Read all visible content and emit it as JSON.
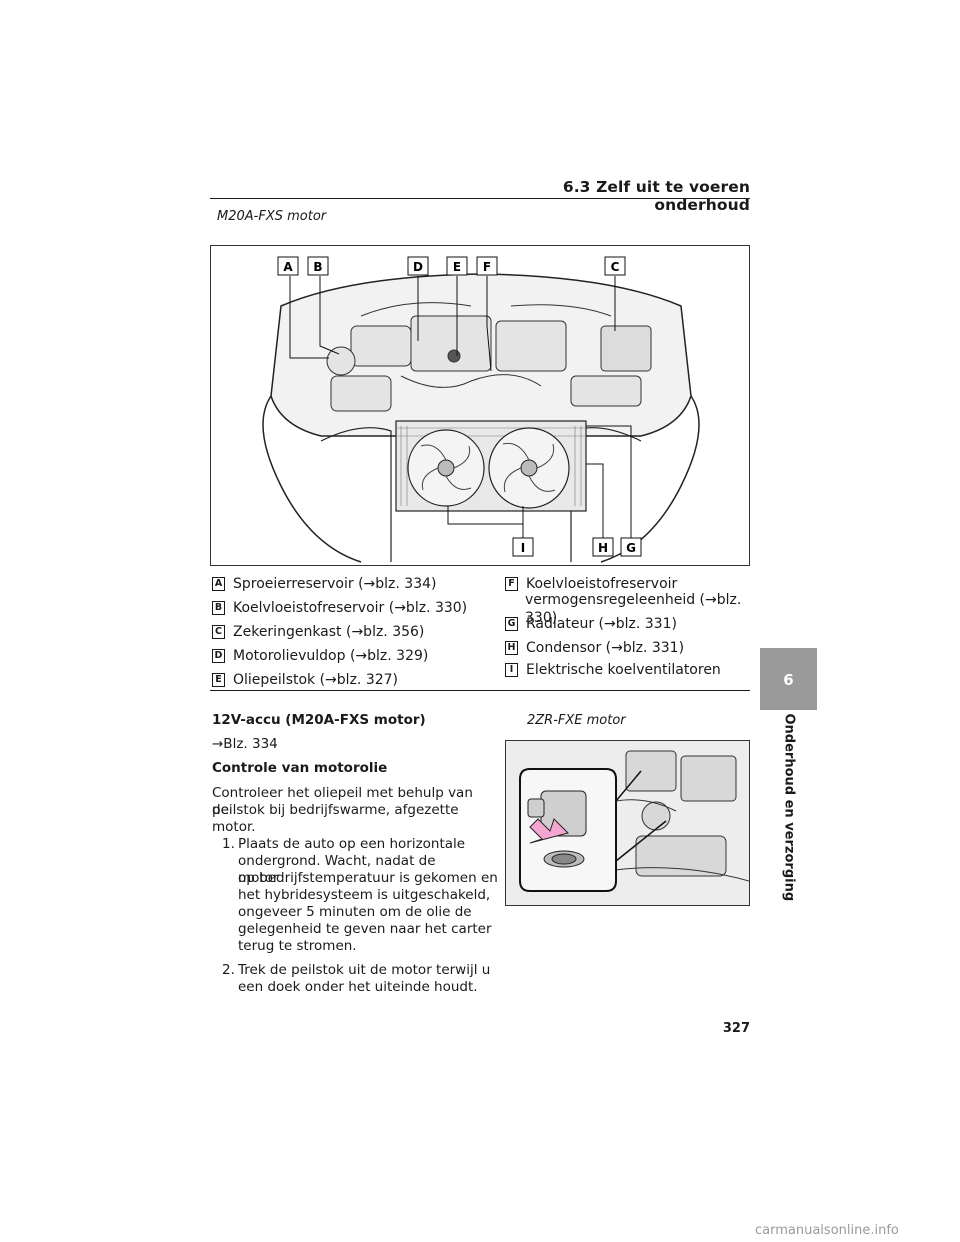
{
  "header": {
    "section": "6.3  Zelf uit te voeren onderhoud"
  },
  "figure_top": {
    "caption": "M20A-FXS motor",
    "labels_top": [
      "A",
      "B",
      "D",
      "E",
      "F",
      "C"
    ],
    "labels_bottom": [
      "I",
      "H",
      "G"
    ]
  },
  "legend_left": [
    {
      "badge": "A",
      "text": "Sproeierreservoir (→blz. 334)"
    },
    {
      "badge": "B",
      "text": "Koelvloeistofreservoir (→blz. 330)"
    },
    {
      "badge": "C",
      "text": "Zekeringenkast (→blz. 356)"
    },
    {
      "badge": "D",
      "text": "Motorolievuldop (→blz. 329)"
    },
    {
      "badge": "E",
      "text": "Oliepeilstok (→blz. 327)"
    }
  ],
  "legend_right": [
    {
      "badge": "F",
      "text": "Koelvloeistofreservoir",
      "text2": "vermogensregeleenheid (→blz. 330)"
    },
    {
      "badge": "G",
      "text": "Radiateur (→blz. 331)"
    },
    {
      "badge": "H",
      "text": "Condensor (→blz. 331)"
    },
    {
      "badge": "I",
      "text": "Elektrische koelventilatoren"
    }
  ],
  "body": {
    "heading1": "12V-accu (M20A-FXS motor)",
    "ref1": "→Blz. 334",
    "heading2": "Controle van motorolie",
    "intro": [
      "Controleer het oliepeil met behulp van de",
      "peilstok bij bedrijfswarme, afgezette",
      "motor."
    ],
    "steps": [
      {
        "num": "1.",
        "lines": [
          "Plaats de auto op een horizontale",
          "ondergrond. Wacht, nadat de motor",
          "op bedrijfstemperatuur is gekomen en",
          "het hybridesysteem is uitgeschakeld,",
          "ongeveer 5 minuten om de olie de",
          "gelegenheid te geven naar het carter",
          "terug te stromen."
        ]
      },
      {
        "num": "2.",
        "lines": [
          "Trek de peilstok uit de motor terwijl u",
          "een doek onder het uiteinde houdt."
        ]
      }
    ]
  },
  "figure_small": {
    "caption": "2ZR-FXE motor"
  },
  "tab": {
    "chapter": "6",
    "title": "Onderhoud en verzorging",
    "color": "#9a9a9a"
  },
  "page_number": "327",
  "watermark": "carmanualsonline.info"
}
